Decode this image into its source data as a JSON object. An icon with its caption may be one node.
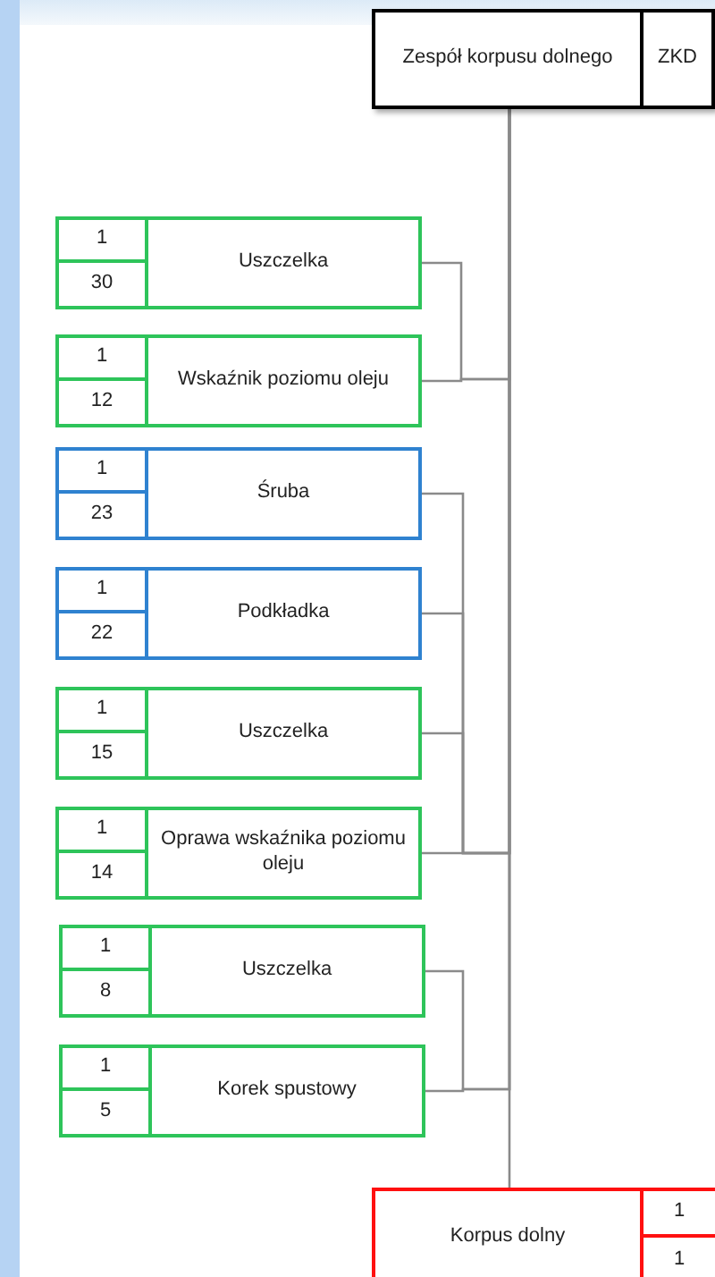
{
  "diagram": {
    "nodes": [
      {
        "text": [
          "Zespół korpusu dolnego",
          "ZKD"
        ]
      },
      {
        "text": [
          "1",
          "30",
          "Uszczelka"
        ]
      },
      {
        "text": [
          "1",
          "12",
          "Wskaźnik poziomu oleju"
        ]
      },
      {
        "text": [
          "1",
          "23",
          "Śruba"
        ]
      },
      {
        "text": [
          "1",
          "22",
          "Podkładka"
        ]
      },
      {
        "text": [
          "1",
          "15",
          "Uszczelka"
        ]
      },
      {
        "text": [
          "1",
          "14",
          "Oprawa wskaźnika poziomu oleju"
        ]
      },
      {
        "text": [
          "1",
          "8",
          "Uszczelka"
        ]
      },
      {
        "text": [
          "1",
          "5",
          "Korek spustowy"
        ]
      },
      {
        "text": [
          "Korpus dolny",
          "1",
          "1"
        ]
      }
    ],
    "edges": [
      {
        "from": 1,
        "to": 0,
        "arrow": "none"
      },
      {
        "from": 2,
        "to": 0,
        "arrow": "none"
      },
      {
        "from": 3,
        "to": 0,
        "arrow": "none"
      },
      {
        "from": 4,
        "to": 0,
        "arrow": "none"
      },
      {
        "from": 5,
        "to": 0,
        "arrow": "none"
      },
      {
        "from": 6,
        "to": 0,
        "arrow": "none"
      },
      {
        "from": 7,
        "to": 0,
        "arrow": "none"
      },
      {
        "from": 8,
        "to": 0,
        "arrow": "none"
      },
      {
        "from": 9,
        "to": 0,
        "arrow": "none"
      }
    ]
  }
}
